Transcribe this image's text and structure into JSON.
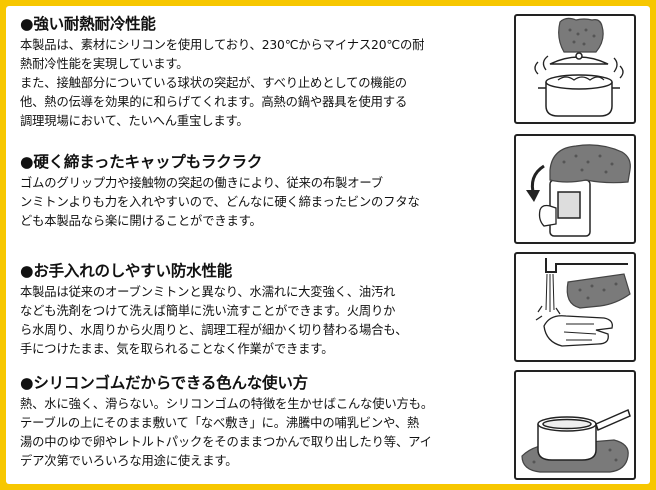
{
  "bullet": "●",
  "sections": [
    {
      "title": "強い耐熱耐冷性能",
      "lines": [
        "本製品は、素材にシリコンを使用しており、230℃からマイナス20℃の耐",
        "熱耐冷性能を実現しています。",
        "また、接触部分についている球状の突起が、すべり止めとしての機能の",
        "他、熱の伝導を効果的に和らげてくれます。高熱の鍋や器具を使用する",
        "調理現場において、たいへん重宝します。"
      ]
    },
    {
      "title": "硬く締まったキャップもラクラク",
      "lines": [
        "ゴムのグリップ力や接触物の突起の働きにより、従来の布製オーブ",
        "ンミトンよりも力を入れやすいので、どんなに硬く締まったビンのフタな",
        "ども本製品なら楽に開けることができます。"
      ]
    },
    {
      "title": "お手入れのしやすい防水性能",
      "lines": [
        "本製品は従来のオーブンミトンと異なり、水濡れに大変強く、油汚れ",
        "なども洗剤をつけて洗えば簡単に洗い流すことができます。火周りか",
        "ら水周り、水周りから火周りと、調理工程が細かく切り替わる場合も、",
        "手につけたまま、気を取られることなく作業ができます。"
      ]
    },
    {
      "title": "シリコンゴムだからできる色んな使い方",
      "lines": [
        "熱、水に強く、滑らない。シリコンゴムの特徴を生かせばこんな使い方も。",
        "テーブルの上にそのまま敷いて「なべ敷き」に。沸騰中の哺乳ビンや、熱",
        "湯の中のゆで卵やレトルトパックをそのままつかんで取り出したり等、アイ",
        "デア次第でいろいろな用途に使えます。"
      ]
    }
  ],
  "colors": {
    "border": "#f7c700",
    "mitt": "#7a7a7a",
    "mitt_dark": "#555555"
  },
  "illustrations": [
    "mitt-lifting-pot-lid-icon",
    "mitt-opening-jar-icon",
    "mitt-under-faucet-icon",
    "mitt-as-pot-trivet-icon"
  ]
}
